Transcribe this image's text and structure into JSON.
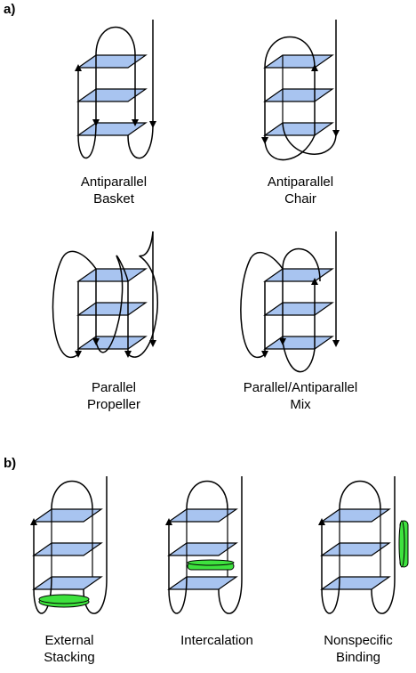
{
  "panel_a": {
    "label": "a)",
    "topologies": [
      {
        "line1": "Antiparallel",
        "line2": "Basket"
      },
      {
        "line1": "Antiparallel",
        "line2": "Chair"
      },
      {
        "line1": "Parallel",
        "line2": "Propeller"
      },
      {
        "line1": "Parallel/Antiparallel",
        "line2": "Mix"
      }
    ]
  },
  "panel_b": {
    "label": "b)",
    "binding_modes": [
      {
        "line1": "External",
        "line2": "Stacking"
      },
      {
        "line1": "Intercalation",
        "line2": ""
      },
      {
        "line1": "Nonspecific",
        "line2": "Binding"
      }
    ]
  },
  "colors": {
    "tetrad_fill": "#a8c4f0",
    "ligand_fill": "#3ee23e",
    "strand": "#000000"
  }
}
